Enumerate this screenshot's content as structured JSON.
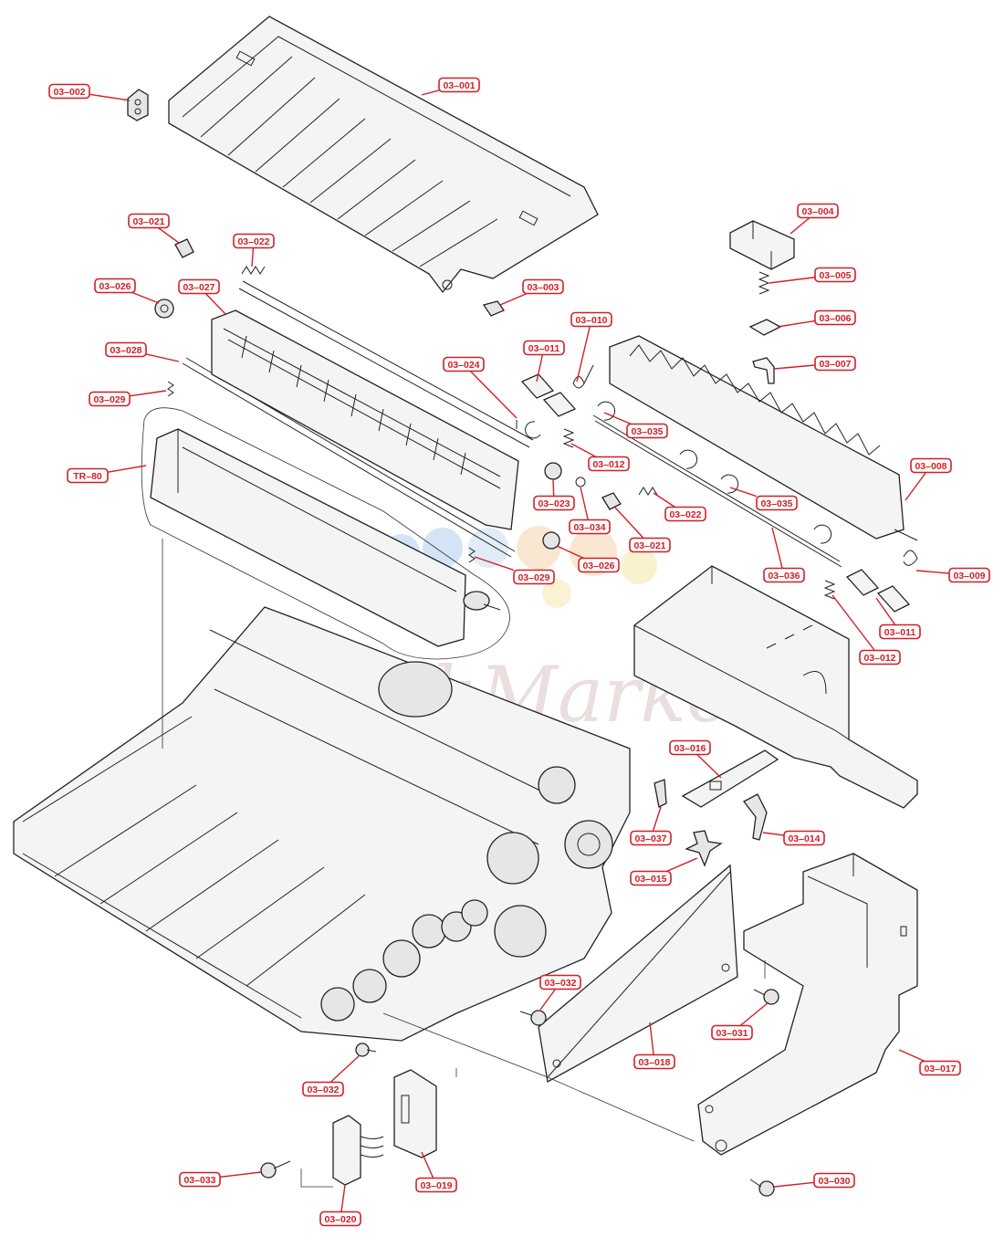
{
  "watermark": {
    "text": "Market",
    "prefix": "Ink",
    "dot_colors": [
      "#a9c9ee",
      "#f3cfa6",
      "#f6e3a0"
    ]
  },
  "callouts": [
    {
      "id": "03-001",
      "label": "03–001"
    },
    {
      "id": "03-002",
      "label": "03–002"
    },
    {
      "id": "03-003",
      "label": "03–003"
    },
    {
      "id": "03-004",
      "label": "03–004"
    },
    {
      "id": "03-005",
      "label": "03–005"
    },
    {
      "id": "03-006",
      "label": "03–006"
    },
    {
      "id": "03-007",
      "label": "03–007"
    },
    {
      "id": "03-008",
      "label": "03–008"
    },
    {
      "id": "03-009",
      "label": "03–009"
    },
    {
      "id": "03-010",
      "label": "03–010"
    },
    {
      "id": "03-011a",
      "label": "03–011"
    },
    {
      "id": "03-011b",
      "label": "03–011"
    },
    {
      "id": "03-012a",
      "label": "03–012"
    },
    {
      "id": "03-012b",
      "label": "03–012"
    },
    {
      "id": "03-014",
      "label": "03–014"
    },
    {
      "id": "03-015",
      "label": "03–015"
    },
    {
      "id": "03-016",
      "label": "03–016"
    },
    {
      "id": "03-017",
      "label": "03–017"
    },
    {
      "id": "03-018",
      "label": "03–018"
    },
    {
      "id": "03-019",
      "label": "03–019"
    },
    {
      "id": "03-020",
      "label": "03–020"
    },
    {
      "id": "03-021a",
      "label": "03–021"
    },
    {
      "id": "03-021b",
      "label": "03–021"
    },
    {
      "id": "03-022a",
      "label": "03–022"
    },
    {
      "id": "03-022b",
      "label": "03–022"
    },
    {
      "id": "03-023",
      "label": "03–023"
    },
    {
      "id": "03-024",
      "label": "03–024"
    },
    {
      "id": "03-026a",
      "label": "03–026"
    },
    {
      "id": "03-026b",
      "label": "03–026"
    },
    {
      "id": "03-027",
      "label": "03–027"
    },
    {
      "id": "03-028",
      "label": "03–028"
    },
    {
      "id": "03-029a",
      "label": "03–029"
    },
    {
      "id": "03-029b",
      "label": "03–029"
    },
    {
      "id": "03-030",
      "label": "03–030"
    },
    {
      "id": "03-031",
      "label": "03–031"
    },
    {
      "id": "03-032a",
      "label": "03–032"
    },
    {
      "id": "03-032b",
      "label": "03–032"
    },
    {
      "id": "03-033",
      "label": "03–033"
    },
    {
      "id": "03-034",
      "label": "03–034"
    },
    {
      "id": "03-035a",
      "label": "03–035"
    },
    {
      "id": "03-035b",
      "label": "03–035"
    },
    {
      "id": "03-036",
      "label": "03–036"
    },
    {
      "id": "03-037",
      "label": "03–037"
    },
    {
      "id": "TR-80",
      "label": "TR–80"
    }
  ]
}
